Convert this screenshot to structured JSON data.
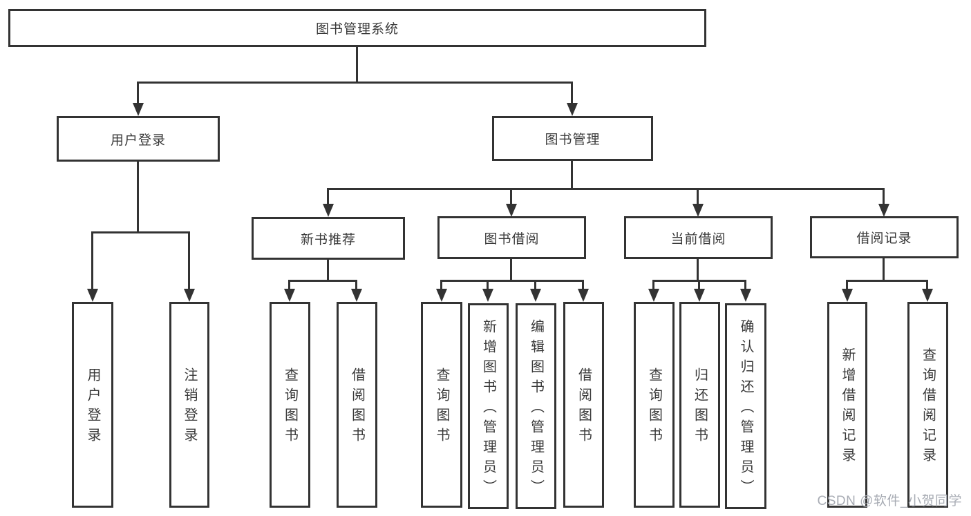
{
  "diagram": {
    "root": {
      "label": "图书管理系统"
    },
    "level2": [
      {
        "label": "用户登录"
      },
      {
        "label": "图书管理"
      }
    ],
    "level3": [
      {
        "label": "新书推荐"
      },
      {
        "label": "图书借阅"
      },
      {
        "label": "当前借阅"
      },
      {
        "label": "借阅记录"
      }
    ],
    "leaves": {
      "user_login": [
        "用户登录",
        "注销登录"
      ],
      "new_book": [
        "查询图书",
        "借阅图书"
      ],
      "book_borrow": [
        "查询图书",
        "新增图书（管理员）",
        "编辑图书（管理员）",
        "借阅图书"
      ],
      "current_borrow": [
        "查询图书",
        "归还图书",
        "确认归还（管理员）"
      ],
      "borrow_record": [
        "新增借阅记录",
        "查询借阅记录"
      ]
    },
    "colors": {
      "line": "#333333",
      "text": "#3a3a3a",
      "background": "#ffffff",
      "watermark": "#a8acb4"
    }
  },
  "watermark": {
    "text": "CSDN @软件_小贺同学"
  }
}
